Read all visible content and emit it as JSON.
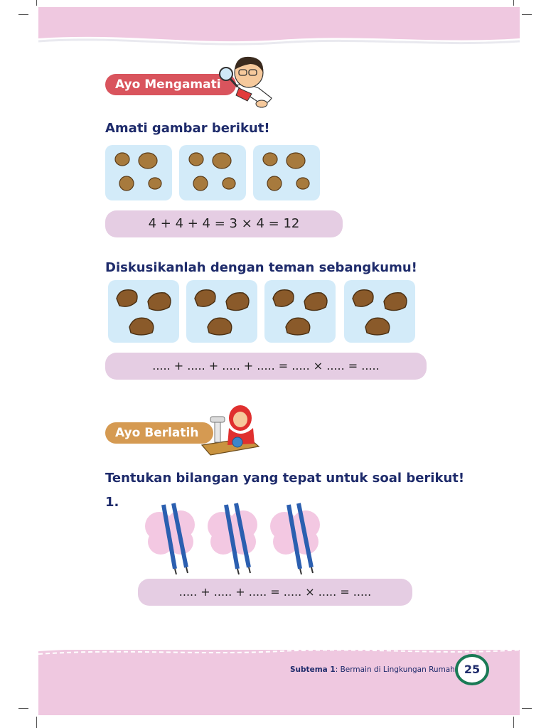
{
  "section1": {
    "tag": "Ayo Mengamati",
    "instruction": "Amati gambar berikut!",
    "equation": "4 + 4 + 4  =  3 × 4  =  12"
  },
  "section2": {
    "instruction": "Diskusikanlah dengan teman sebangkumu!",
    "equation": "..... + ..... + ..... + .....   =   ..... × .....  =  ....."
  },
  "section3": {
    "tag": "Ayo Berlatih",
    "instruction": "Tentukan bilangan yang tepat untuk soal berikut!",
    "item_number": "1.",
    "equation": "..... + ..... + .....   =  ..... × .....  =  ....."
  },
  "footer": {
    "subtema_bold": "Subtema 1",
    "subtema_rest": ": Bermain di Lingkungan Rumah",
    "page_number": "25"
  },
  "colors": {
    "pink_band": "#efc8e0",
    "heading": "#1e2b6b",
    "tag_red": "#d9545d",
    "tag_orange": "#d59a52",
    "box_blue": "#d3ebf9",
    "pill_pink": "#e5cde3",
    "page_badge": "#1a7a55"
  }
}
